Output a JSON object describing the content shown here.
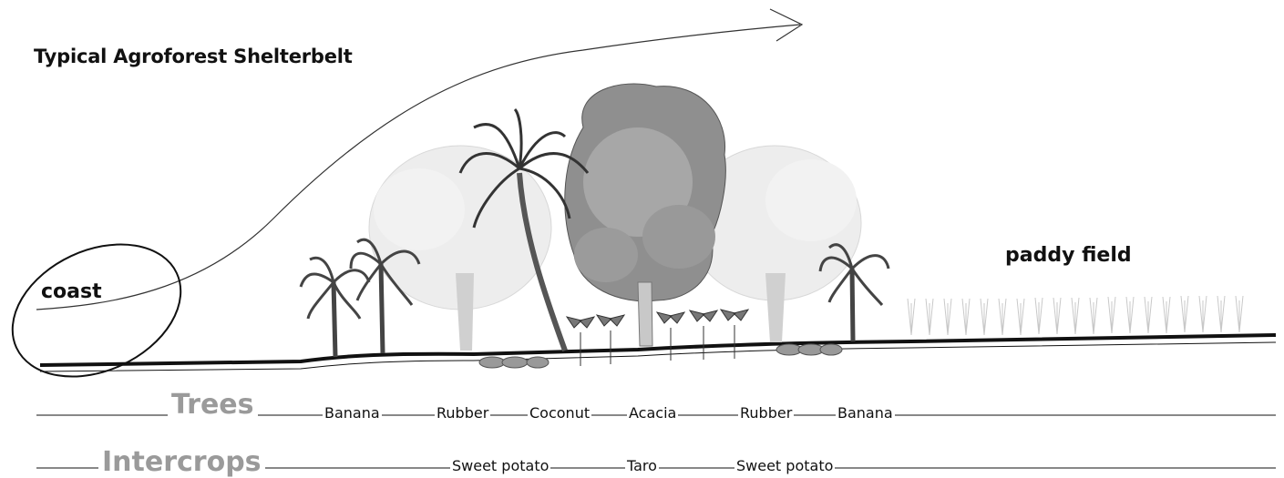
{
  "title": "Typical Agroforest Shelterbelt",
  "zones": {
    "coast": "coast",
    "paddy_field": "paddy field"
  },
  "rows": {
    "trees": {
      "heading": "Trees",
      "items": [
        "Banana",
        "Rubber",
        "Coconut",
        "Acacia",
        "Rubber",
        "Banana"
      ]
    },
    "intercrops": {
      "heading": "Intercrops",
      "items": [
        "Sweet potato",
        "Taro",
        "Sweet potato"
      ]
    }
  }
}
